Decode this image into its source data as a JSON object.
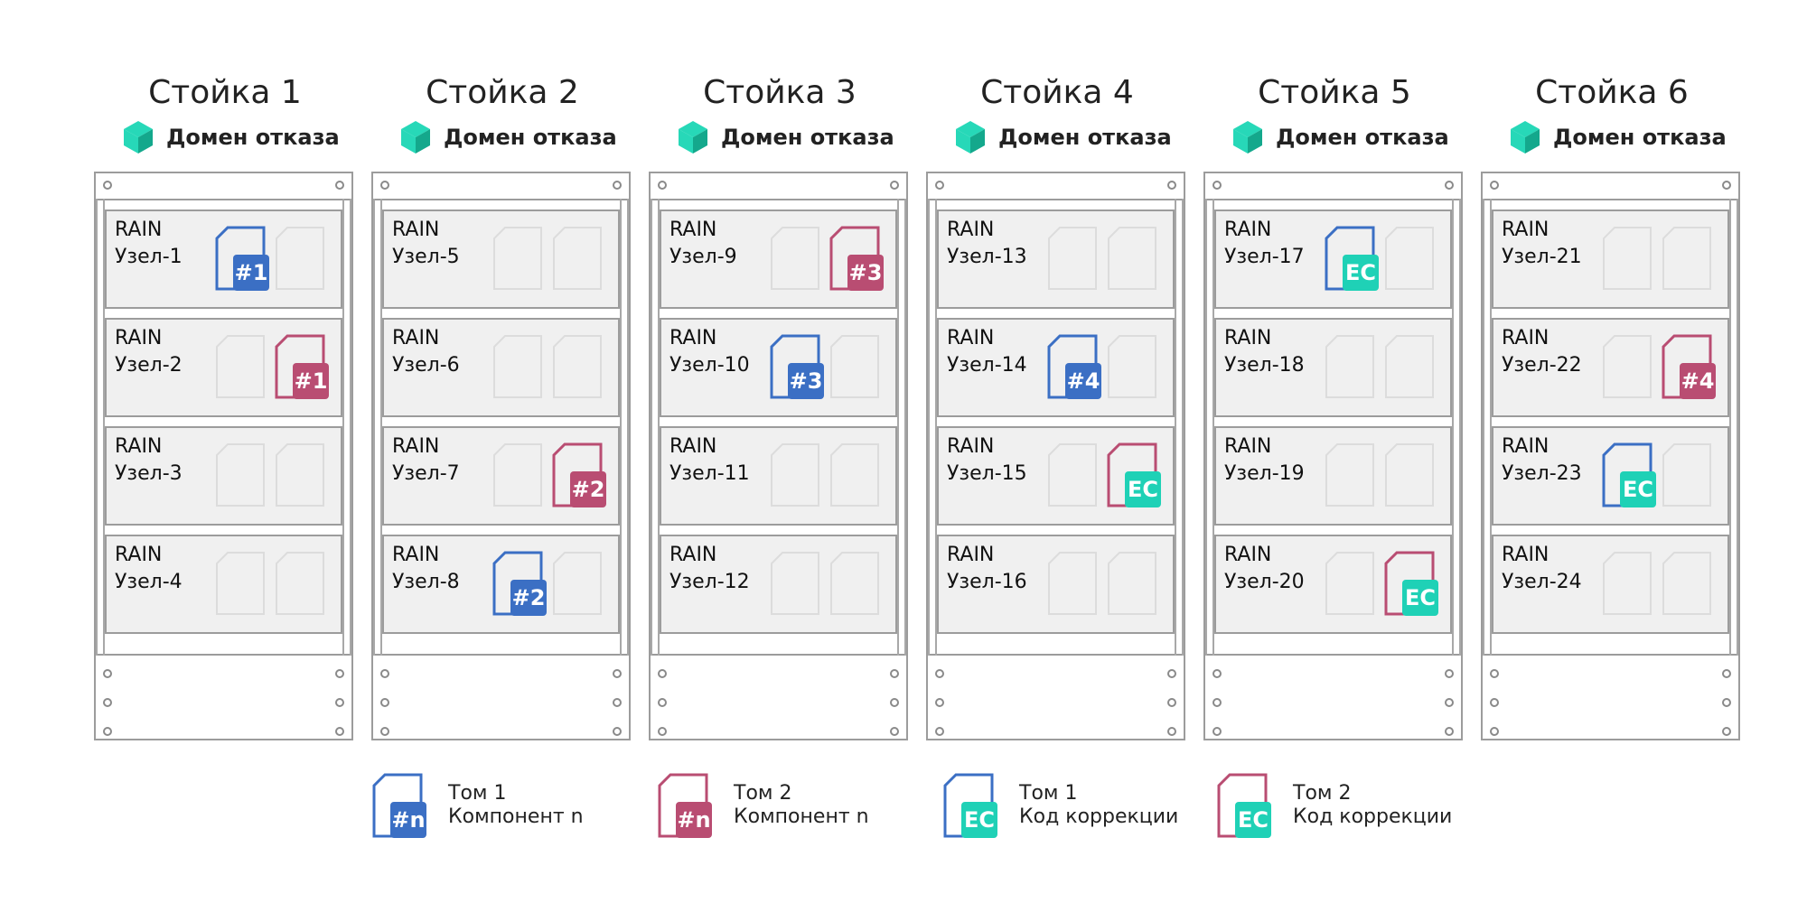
{
  "colors": {
    "volume1": "#3b6fc4",
    "volume2": "#b94d72",
    "ec": "#1fd1b6",
    "cube_light": "#27d8b8",
    "cube_dark": "#14a88c",
    "node_bg": "#f0f0f0",
    "frame": "#9c9c9c",
    "empty_slot": "#dcdcdc"
  },
  "domain_icon": "cube-icon",
  "racks": [
    {
      "title": "Стойка 1",
      "domain": "Домен отказа",
      "nodes": [
        {
          "line1": "RAIN",
          "line2": "Узел-1",
          "slots": [
            {
              "vol": "volume1",
              "badge": "#1",
              "badge_color": "volume1"
            },
            null
          ]
        },
        {
          "line1": "RAIN",
          "line2": "Узел-2",
          "slots": [
            null,
            {
              "vol": "volume2",
              "badge": "#1",
              "badge_color": "volume2"
            }
          ]
        },
        {
          "line1": "RAIN",
          "line2": "Узел-3",
          "slots": [
            null,
            null
          ]
        },
        {
          "line1": "RAIN",
          "line2": "Узел-4",
          "slots": [
            null,
            null
          ]
        }
      ]
    },
    {
      "title": "Стойка 2",
      "domain": "Домен отказа",
      "nodes": [
        {
          "line1": "RAIN",
          "line2": "Узел-5",
          "slots": [
            null,
            null
          ]
        },
        {
          "line1": "RAIN",
          "line2": "Узел-6",
          "slots": [
            null,
            null
          ]
        },
        {
          "line1": "RAIN",
          "line2": "Узел-7",
          "slots": [
            null,
            {
              "vol": "volume2",
              "badge": "#2",
              "badge_color": "volume2"
            }
          ]
        },
        {
          "line1": "RAIN",
          "line2": "Узел-8",
          "slots": [
            {
              "vol": "volume1",
              "badge": "#2",
              "badge_color": "volume1"
            },
            null
          ]
        }
      ]
    },
    {
      "title": "Стойка 3",
      "domain": "Домен отказа",
      "nodes": [
        {
          "line1": "RAIN",
          "line2": "Узел-9",
          "slots": [
            null,
            {
              "vol": "volume2",
              "badge": "#3",
              "badge_color": "volume2"
            }
          ]
        },
        {
          "line1": "RAIN",
          "line2": "Узел-10",
          "slots": [
            {
              "vol": "volume1",
              "badge": "#3",
              "badge_color": "volume1"
            },
            null
          ]
        },
        {
          "line1": "RAIN",
          "line2": "Узел-11",
          "slots": [
            null,
            null
          ]
        },
        {
          "line1": "RAIN",
          "line2": "Узел-12",
          "slots": [
            null,
            null
          ]
        }
      ]
    },
    {
      "title": "Стойка 4",
      "domain": "Домен отказа",
      "nodes": [
        {
          "line1": "RAIN",
          "line2": "Узел-13",
          "slots": [
            null,
            null
          ]
        },
        {
          "line1": "RAIN",
          "line2": "Узел-14",
          "slots": [
            {
              "vol": "volume1",
              "badge": "#4",
              "badge_color": "volume1"
            },
            null
          ]
        },
        {
          "line1": "RAIN",
          "line2": "Узел-15",
          "slots": [
            null,
            {
              "vol": "volume2",
              "badge": "EC",
              "badge_color": "ec"
            }
          ]
        },
        {
          "line1": "RAIN",
          "line2": "Узел-16",
          "slots": [
            null,
            null
          ]
        }
      ]
    },
    {
      "title": "Стойка 5",
      "domain": "Домен отказа",
      "nodes": [
        {
          "line1": "RAIN",
          "line2": "Узел-17",
          "slots": [
            {
              "vol": "volume1",
              "badge": "EC",
              "badge_color": "ec"
            },
            null
          ]
        },
        {
          "line1": "RAIN",
          "line2": "Узел-18",
          "slots": [
            null,
            null
          ]
        },
        {
          "line1": "RAIN",
          "line2": "Узел-19",
          "slots": [
            null,
            null
          ]
        },
        {
          "line1": "RAIN",
          "line2": "Узел-20",
          "slots": [
            null,
            {
              "vol": "volume2",
              "badge": "EC",
              "badge_color": "ec"
            }
          ]
        }
      ]
    },
    {
      "title": "Стойка 6",
      "domain": "Домен отказа",
      "nodes": [
        {
          "line1": "RAIN",
          "line2": "Узел-21",
          "slots": [
            null,
            null
          ]
        },
        {
          "line1": "RAIN",
          "line2": "Узел-22",
          "slots": [
            null,
            {
              "vol": "volume2",
              "badge": "#4",
              "badge_color": "volume2"
            }
          ]
        },
        {
          "line1": "RAIN",
          "line2": "Узел-23",
          "slots": [
            {
              "vol": "volume1",
              "badge": "EC",
              "badge_color": "ec"
            },
            null
          ]
        },
        {
          "line1": "RAIN",
          "line2": "Узел-24",
          "slots": [
            null,
            null
          ]
        }
      ]
    }
  ],
  "legend": [
    {
      "vol": "volume1",
      "badge": "#n",
      "badge_color": "volume1",
      "line1": "Том 1",
      "line2": "Компонент n"
    },
    {
      "vol": "volume2",
      "badge": "#n",
      "badge_color": "volume2",
      "line1": "Том 2",
      "line2": "Компонент n"
    },
    {
      "vol": "volume1",
      "badge": "EC",
      "badge_color": "ec",
      "line1": "Том 1",
      "line2": "Код коррекции"
    },
    {
      "vol": "volume2",
      "badge": "EC",
      "badge_color": "ec",
      "line1": "Том 2",
      "line2": "Код коррекции"
    }
  ]
}
